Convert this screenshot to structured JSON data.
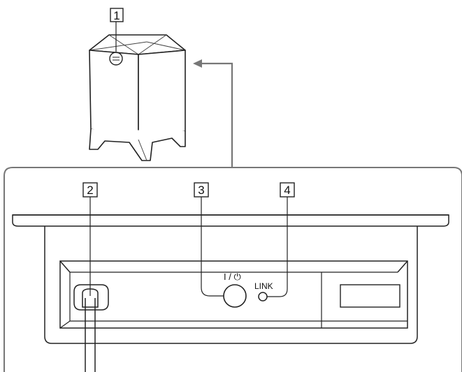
{
  "callouts": {
    "one": "1",
    "two": "2",
    "three": "3",
    "four": "4"
  },
  "panel": {
    "power_symbol": "I / ⏻",
    "link_label": "LINK"
  }
}
